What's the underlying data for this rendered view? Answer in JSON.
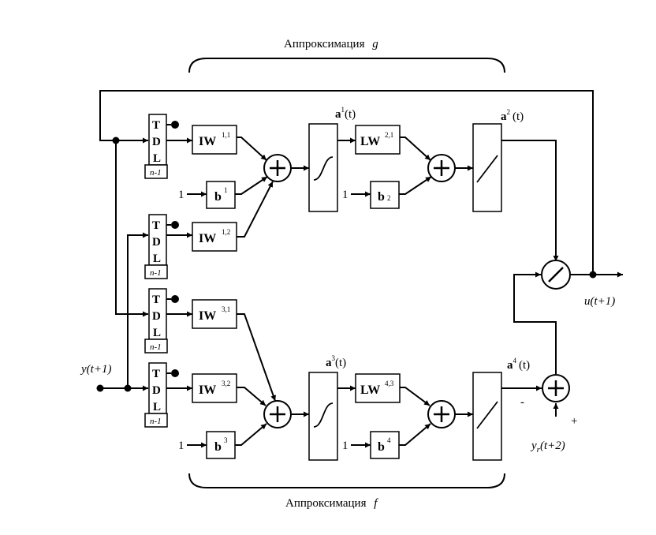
{
  "captions": {
    "top_word": "Аппроксимация",
    "top_sym": "g",
    "bottom_word": "Аппроксимация",
    "bottom_sym": "f"
  },
  "tdl": {
    "letters": [
      "T",
      "D",
      "L"
    ],
    "delay": "n-1"
  },
  "blocks": {
    "iw11": {
      "base": "IW",
      "sup": "1,1"
    },
    "iw12": {
      "base": "IW",
      "sup": "1,2"
    },
    "iw31": {
      "base": "IW",
      "sup": "3,1"
    },
    "iw32": {
      "base": "IW",
      "sup": "3,2"
    },
    "lw21": {
      "base": "LW",
      "sup": "2,1"
    },
    "lw43": {
      "base": "LW",
      "sup": "4,3"
    },
    "b1": {
      "base": "b",
      "sup": "1"
    },
    "b2": {
      "base": "b",
      "sup": "2"
    },
    "b3": {
      "base": "b",
      "sup": "3"
    },
    "b4": {
      "base": "b",
      "sup": "4"
    }
  },
  "bias_input": "1",
  "signals": {
    "a1": {
      "base": "a",
      "sup": "1",
      "arg": "(t)"
    },
    "a2": {
      "base": "a",
      "sup": "2",
      "arg": "(t)"
    },
    "a3": {
      "base": "a",
      "sup": "3",
      "arg": "(t)"
    },
    "a4": {
      "base": "a",
      "sup": "4",
      "arg": "(t)"
    }
  },
  "io": {
    "input_y": "y(t+1)",
    "output_u": "u(t+1)",
    "ref_base": "y",
    "ref_sub": "r",
    "ref_arg": "(t+2)",
    "minus": "-",
    "plus": "+"
  }
}
